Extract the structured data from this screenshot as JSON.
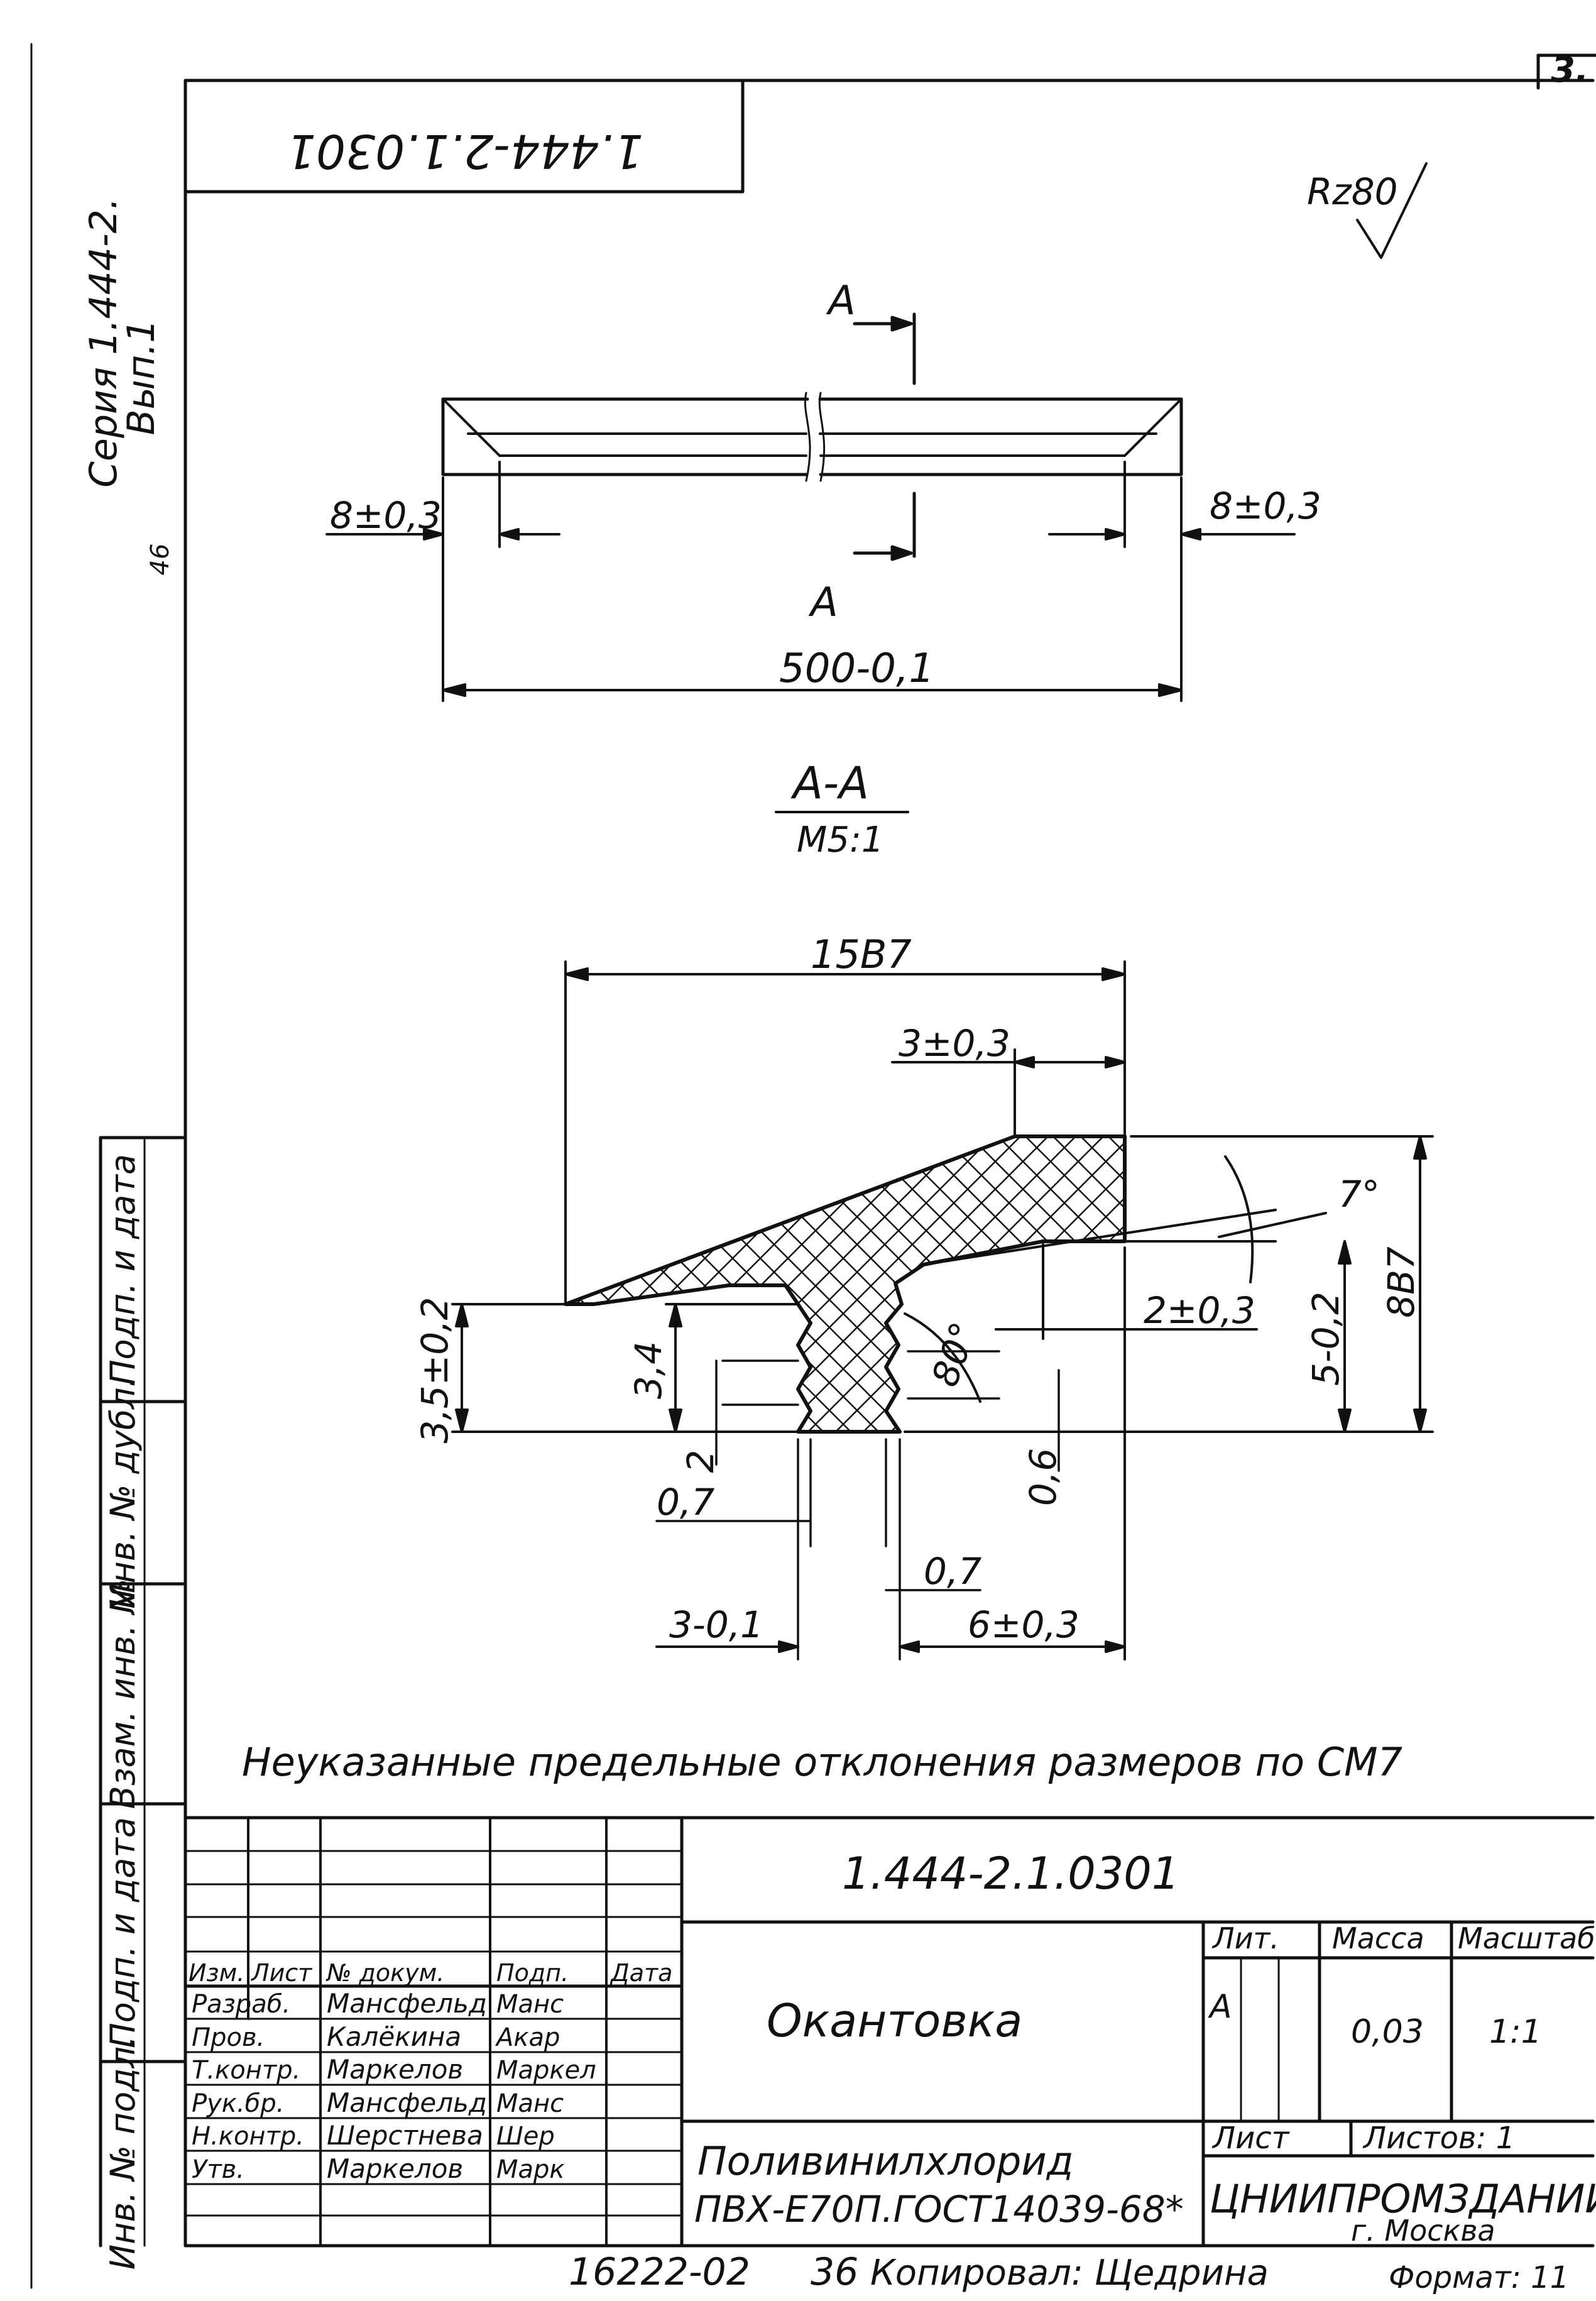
{
  "sheet_corner_number": "3.",
  "top_code_mirrored": "1.444-2.1.0301",
  "series_note": "Серия 1.444-2.",
  "issue_note": "Вып.1",
  "side_number": "46",
  "roughness": "Rz80",
  "plan_view": {
    "section_mark_top": "A",
    "section_mark_bottom": "A",
    "dim_left": "8±0,3",
    "dim_right": "8±0,3",
    "dim_length": "500-0,1"
  },
  "section_view": {
    "title": "A-A",
    "scale": "M5:1",
    "dim_width": "15B7",
    "dim_top_offset": "3±0,3",
    "dim_angle_top": "7°",
    "dim_groove": "2±0,3",
    "dim_angle_teeth": "80°",
    "dim_right_height_a": "5-0,2",
    "dim_right_height_b": "8B7",
    "dim_left_height": "3,5±0,2",
    "dim_teeth_height": "3,4",
    "dim_tooth_pitch": "2",
    "dim_left_07": "0,7",
    "dim_06": "0,6",
    "dim_bottom_07": "0,7",
    "dim_bottom_left": "3-0,1",
    "dim_bottom_right": "6±0,3"
  },
  "tolerance_note": "Неуказанные предельные отклонения размеров по СМ7",
  "side_stamp": [
    "Подп. и дата",
    "Инв. № дубл.",
    "Взам. инв. №",
    "Подп. и дата",
    "Инв. № подл."
  ],
  "title_block": {
    "doc_code": "1.444-2.1.0301",
    "part_name": "Окантовка",
    "material_line1": "Поливинилхлорид",
    "material_line2": "ПВХ-Е70П.ГОСТ14039-68*",
    "header_lit": "Лит.",
    "header_mass": "Масса",
    "header_scale": "Масштаб",
    "lit_value": "А",
    "mass_value": "0,03",
    "scale_value": "1:1",
    "sheet_label": "Лист",
    "sheets_label": "Листов: 1",
    "organization": "ЦНИИПРОМЗДАНИЙ",
    "city": "г. Москва",
    "col_headers": [
      "Изм.",
      "Лист",
      "№ докум.",
      "Подп.",
      "Дата"
    ],
    "roles": [
      "Разраб.",
      "Пров.",
      "Т.контр.",
      "Рук.бр.",
      "Н.контр.",
      "Утв."
    ],
    "names": [
      "Мансфельд",
      "Калёкина",
      "Маркелов",
      "Мансфельд",
      "Шерстнева",
      "Маркелов"
    ],
    "signatures": [
      "Манс",
      "Акар",
      "Маркел",
      "Манс",
      "Шер",
      "Марк"
    ]
  },
  "bottom_line": {
    "order_number": "16222-02",
    "copy_number": "36",
    "copier": "Копировал: Щедрина",
    "format": "Формат: 11"
  }
}
